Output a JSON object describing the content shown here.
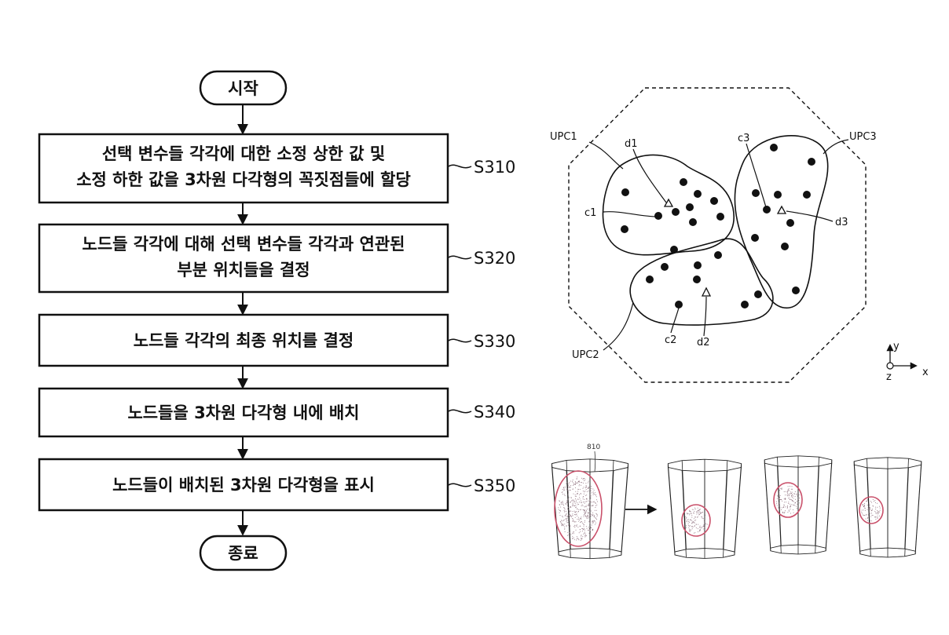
{
  "flowchart": {
    "start": "시작",
    "end": "종료",
    "steps": [
      {
        "code": "S310",
        "lines": [
          "선택 변수들 각각에 대한 소정 상한 값 및",
          "소정 하한 값을 3차원 다각형의 꼭짓점들에 할당"
        ]
      },
      {
        "code": "S320",
        "lines": [
          "노드들 각각에 대해 선택 변수들 각각과 연관된",
          "부분 위치들을 결정"
        ]
      },
      {
        "code": "S330",
        "lines": [
          "노드들 각각의 최종 위치를 결정"
        ]
      },
      {
        "code": "S340",
        "lines": [
          "노드들을 3차원 다각형 내에 배치"
        ]
      },
      {
        "code": "S350",
        "lines": [
          "노드들이 배치된 3차원 다각형을 표시"
        ]
      }
    ]
  },
  "cluster_diagram": {
    "regions": [
      "UPC1",
      "UPC2",
      "UPC3"
    ],
    "centroids": [
      "c1",
      "c2",
      "c3"
    ],
    "markers": [
      "d1",
      "d2",
      "d3"
    ],
    "axes": {
      "x": "x",
      "y": "y",
      "z": "z"
    }
  },
  "cylinder_sequence": {
    "callout": "810"
  },
  "colors": {
    "ink": "#111111",
    "highlight": "#c9506a"
  }
}
